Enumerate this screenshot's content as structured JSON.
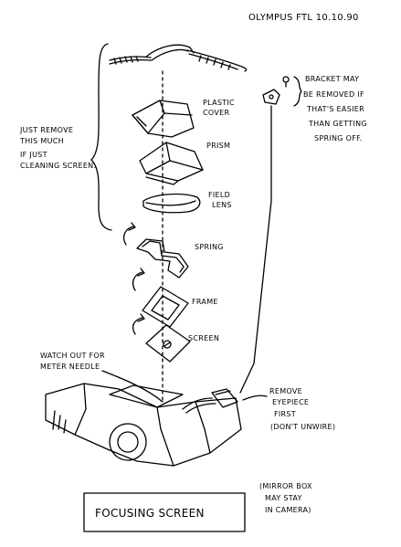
{
  "header": {
    "title": "OLYMPUS FTL 10.10.90"
  },
  "labels": {
    "plastic_cover": [
      "PLASTIC",
      "COVER"
    ],
    "prism": "PRISM",
    "field_lens": [
      "FIELD",
      "LENS"
    ],
    "spring": "SPRING",
    "frame": "FRAME",
    "screen": "SCREEN",
    "just_remove": [
      "JUST REMOVE",
      "THIS MUCH",
      "IF JUST",
      "CLEANING SCREEN."
    ],
    "bracket": [
      "BRACKET MAY",
      "BE REMOVED IF",
      "THAT'S EASIER",
      "THAN GETTING",
      "SPRING OFF."
    ],
    "watch_out": [
      "WATCH OUT FOR",
      "METER NEEDLE"
    ],
    "remove_eyepiece": [
      "REMOVE",
      "EYEPIECE",
      "FIRST",
      "(DON'T UNWIRE)"
    ],
    "mirror_box": [
      "(MIRROR BOX",
      "MAY STAY",
      "IN CAMERA)"
    ]
  },
  "caption": "FOCUSING SCREEN",
  "colors": {
    "ink": "#000000",
    "paper": "#ffffff"
  }
}
